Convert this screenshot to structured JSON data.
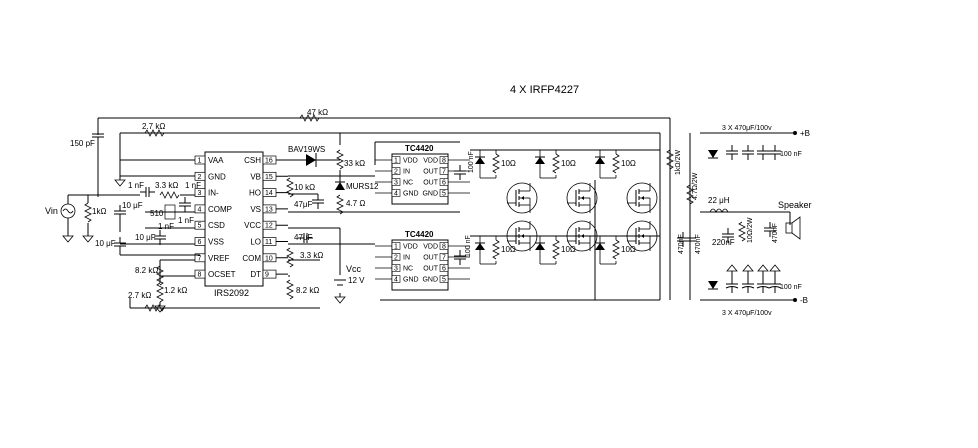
{
  "title": "4 X IRFP4227",
  "main_ic": {
    "name": "IRS2092",
    "left_pins": [
      {
        "num": "1",
        "name": "VAA"
      },
      {
        "num": "2",
        "name": "GND"
      },
      {
        "num": "3",
        "name": "IN-"
      },
      {
        "num": "4",
        "name": "COMP"
      },
      {
        "num": "5",
        "name": "CSD"
      },
      {
        "num": "6",
        "name": "VSS"
      },
      {
        "num": "7",
        "name": "VREF"
      },
      {
        "num": "8",
        "name": "OCSET"
      }
    ],
    "right_pins": [
      {
        "num": "16",
        "name": "CSH"
      },
      {
        "num": "15",
        "name": "VB"
      },
      {
        "num": "14",
        "name": "HO"
      },
      {
        "num": "13",
        "name": "VS"
      },
      {
        "num": "12",
        "name": "VCC"
      },
      {
        "num": "11",
        "name": "LO"
      },
      {
        "num": "10",
        "name": "COM"
      },
      {
        "num": "9",
        "name": "DT"
      }
    ]
  },
  "drivers": [
    {
      "name": "TC4420",
      "left_pins": [
        {
          "num": "1",
          "name": "VDD"
        },
        {
          "num": "2",
          "name": "IN"
        },
        {
          "num": "3",
          "name": "NC"
        },
        {
          "num": "4",
          "name": "GND"
        }
      ],
      "right_pins": [
        {
          "num": "8",
          "name": "VDD"
        },
        {
          "num": "7",
          "name": "OUT"
        },
        {
          "num": "6",
          "name": "OUT"
        },
        {
          "num": "5",
          "name": "GND"
        }
      ]
    },
    {
      "name": "TC4420",
      "left_pins": [
        {
          "num": "1",
          "name": "VDD"
        },
        {
          "num": "2",
          "name": "IN"
        },
        {
          "num": "3",
          "name": "NC"
        },
        {
          "num": "4",
          "name": "GND"
        }
      ],
      "right_pins": [
        {
          "num": "8",
          "name": "VDD"
        },
        {
          "num": "7",
          "name": "OUT"
        },
        {
          "num": "6",
          "name": "OUT"
        },
        {
          "num": "5",
          "name": "GND"
        }
      ]
    }
  ],
  "labels": {
    "r47k": "47 kΩ",
    "c150p": "150 pF",
    "r27k_top": "2.7 kΩ",
    "bav": "BAV19WS",
    "r33k": "33 kΩ",
    "murs": "MURS12",
    "r47": "4.7 Ω",
    "r10k": "10 kΩ",
    "c47u_top": "47μF",
    "c47u_bot": "47μF",
    "r33k_b": "3.3 kΩ",
    "r82k_r": "8.2 kΩ",
    "vcc": "Vcc",
    "v12": "12 V",
    "c1n_a": "1 nF",
    "r33k_in": "3.3 kΩ",
    "c1n_b": "1 nF",
    "vin": "Vin",
    "r1k": "1kΩ",
    "c10u_a": "10 μF",
    "r510": "510",
    "c1n_c": "1 nF",
    "c1n_d": "1 nF",
    "c10u_b": "10 μF",
    "c10u_c": "10 μF",
    "r82k_l": "8.2 kΩ",
    "r12k": "1.2 kΩ",
    "r27k_bot": "2.7 kΩ",
    "c100n_1": "100 nF",
    "c100n_2": "100 nF",
    "r10_1": "10Ω",
    "r10_2": "10Ω",
    "r10_3": "10Ω",
    "r10_4": "10Ω",
    "r10_5": "10Ω",
    "r10_6": "10Ω",
    "r1k2w": "1kΩ/2W",
    "r47_2w": "4.7Ω/2W",
    "c470n_1": "470nF",
    "c470n_2": "470nF",
    "c470n_3": "470nF",
    "l22": "22 μH",
    "c220n": "220nF",
    "r10_2w": "10Ω/2W",
    "speaker": "Speaker",
    "cap_top": "3 X 470μF/100v",
    "cap_bot": "3 X 470μF/100v",
    "c100n_3": "100 nF",
    "c100n_4": "100 nF",
    "pos_b": "+B",
    "neg_b": "-B"
  }
}
